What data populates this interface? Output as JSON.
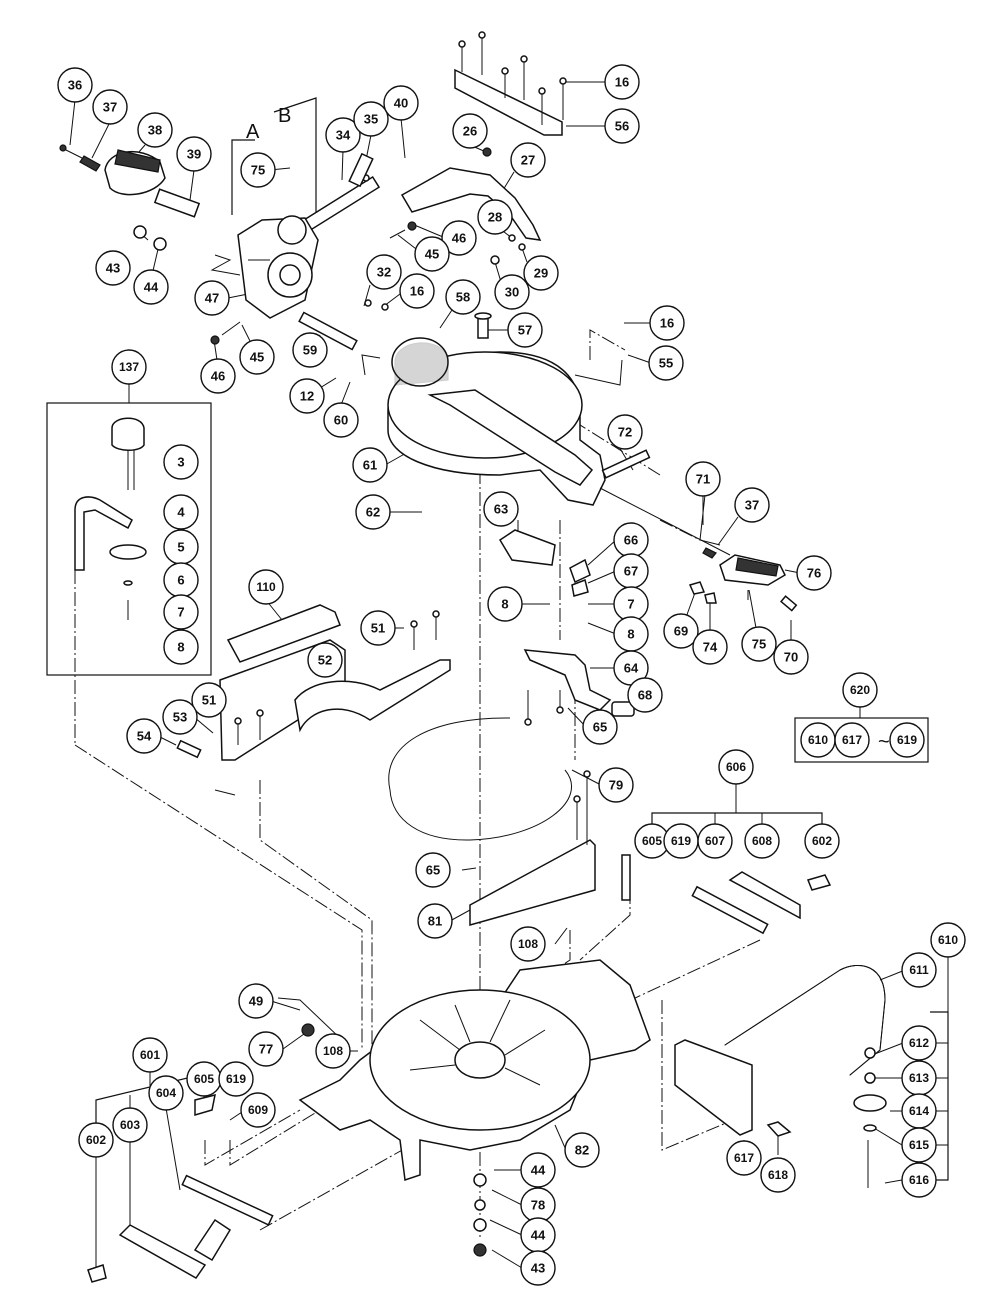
{
  "diagram": {
    "view_labels": {
      "a": "A",
      "b": "B"
    },
    "tilde": "~",
    "callouts": [
      {
        "id": "c36",
        "label": "36"
      },
      {
        "id": "c37a",
        "label": "37"
      },
      {
        "id": "c38",
        "label": "38"
      },
      {
        "id": "c39",
        "label": "39"
      },
      {
        "id": "c34",
        "label": "34"
      },
      {
        "id": "c35",
        "label": "35"
      },
      {
        "id": "c40",
        "label": "40"
      },
      {
        "id": "c75a",
        "label": "75"
      },
      {
        "id": "c16a",
        "label": "16"
      },
      {
        "id": "c56",
        "label": "56"
      },
      {
        "id": "c26",
        "label": "26"
      },
      {
        "id": "c27",
        "label": "27"
      },
      {
        "id": "c28",
        "label": "28"
      },
      {
        "id": "c29",
        "label": "29"
      },
      {
        "id": "c30",
        "label": "30"
      },
      {
        "id": "c46a",
        "label": "46"
      },
      {
        "id": "c45a",
        "label": "45"
      },
      {
        "id": "c43a",
        "label": "43"
      },
      {
        "id": "c44a",
        "label": "44"
      },
      {
        "id": "c47",
        "label": "47"
      },
      {
        "id": "c32",
        "label": "32"
      },
      {
        "id": "c16b",
        "label": "16"
      },
      {
        "id": "c58",
        "label": "58"
      },
      {
        "id": "c57",
        "label": "57"
      },
      {
        "id": "c16c",
        "label": "16"
      },
      {
        "id": "c55",
        "label": "55"
      },
      {
        "id": "c46b",
        "label": "46"
      },
      {
        "id": "c45b",
        "label": "45"
      },
      {
        "id": "c59",
        "label": "59"
      },
      {
        "id": "c12",
        "label": "12"
      },
      {
        "id": "c60",
        "label": "60"
      },
      {
        "id": "c137",
        "label": "137"
      },
      {
        "id": "c3",
        "label": "3"
      },
      {
        "id": "c4",
        "label": "4"
      },
      {
        "id": "c5",
        "label": "5"
      },
      {
        "id": "c6",
        "label": "6"
      },
      {
        "id": "c7a",
        "label": "7"
      },
      {
        "id": "c8a",
        "label": "8"
      },
      {
        "id": "c61",
        "label": "61"
      },
      {
        "id": "c62",
        "label": "62"
      },
      {
        "id": "c72",
        "label": "72"
      },
      {
        "id": "c71",
        "label": "71"
      },
      {
        "id": "c37b",
        "label": "37"
      },
      {
        "id": "c63",
        "label": "63"
      },
      {
        "id": "c66",
        "label": "66"
      },
      {
        "id": "c67",
        "label": "67"
      },
      {
        "id": "c76",
        "label": "76"
      },
      {
        "id": "c8b",
        "label": "8"
      },
      {
        "id": "c7b",
        "label": "7"
      },
      {
        "id": "c8c",
        "label": "8"
      },
      {
        "id": "c69",
        "label": "69"
      },
      {
        "id": "c74",
        "label": "74"
      },
      {
        "id": "c75b",
        "label": "75"
      },
      {
        "id": "c70",
        "label": "70"
      },
      {
        "id": "c110",
        "label": "110"
      },
      {
        "id": "c51a",
        "label": "51"
      },
      {
        "id": "c52",
        "label": "52"
      },
      {
        "id": "c64",
        "label": "64"
      },
      {
        "id": "c68",
        "label": "68"
      },
      {
        "id": "c65a",
        "label": "65"
      },
      {
        "id": "c620",
        "label": "620"
      },
      {
        "id": "c610a",
        "label": "610"
      },
      {
        "id": "c617a",
        "label": "617"
      },
      {
        "id": "c619a",
        "label": "619"
      },
      {
        "id": "c51b",
        "label": "51"
      },
      {
        "id": "c53",
        "label": "53"
      },
      {
        "id": "c54",
        "label": "54"
      },
      {
        "id": "c79",
        "label": "79"
      },
      {
        "id": "c606",
        "label": "606"
      },
      {
        "id": "c605a",
        "label": "605"
      },
      {
        "id": "c619b",
        "label": "619"
      },
      {
        "id": "c607",
        "label": "607"
      },
      {
        "id": "c608",
        "label": "608"
      },
      {
        "id": "c602a",
        "label": "602"
      },
      {
        "id": "c65b",
        "label": "65"
      },
      {
        "id": "c81",
        "label": "81"
      },
      {
        "id": "c108a",
        "label": "108"
      },
      {
        "id": "c610b",
        "label": "610"
      },
      {
        "id": "c611",
        "label": "611"
      },
      {
        "id": "c49",
        "label": "49"
      },
      {
        "id": "c77",
        "label": "77"
      },
      {
        "id": "c108b",
        "label": "108"
      },
      {
        "id": "c612",
        "label": "612"
      },
      {
        "id": "c613",
        "label": "613"
      },
      {
        "id": "c601",
        "label": "601"
      },
      {
        "id": "c605b",
        "label": "605"
      },
      {
        "id": "c619c",
        "label": "619"
      },
      {
        "id": "c614",
        "label": "614"
      },
      {
        "id": "c603",
        "label": "603"
      },
      {
        "id": "c604",
        "label": "604"
      },
      {
        "id": "c609",
        "label": "609"
      },
      {
        "id": "c615",
        "label": "615"
      },
      {
        "id": "c602b",
        "label": "602"
      },
      {
        "id": "c82",
        "label": "82"
      },
      {
        "id": "c617b",
        "label": "617"
      },
      {
        "id": "c618",
        "label": "618"
      },
      {
        "id": "c616",
        "label": "616"
      },
      {
        "id": "c44b",
        "label": "44"
      },
      {
        "id": "c78",
        "label": "78"
      },
      {
        "id": "c44c",
        "label": "44"
      },
      {
        "id": "c43b",
        "label": "43"
      }
    ]
  }
}
